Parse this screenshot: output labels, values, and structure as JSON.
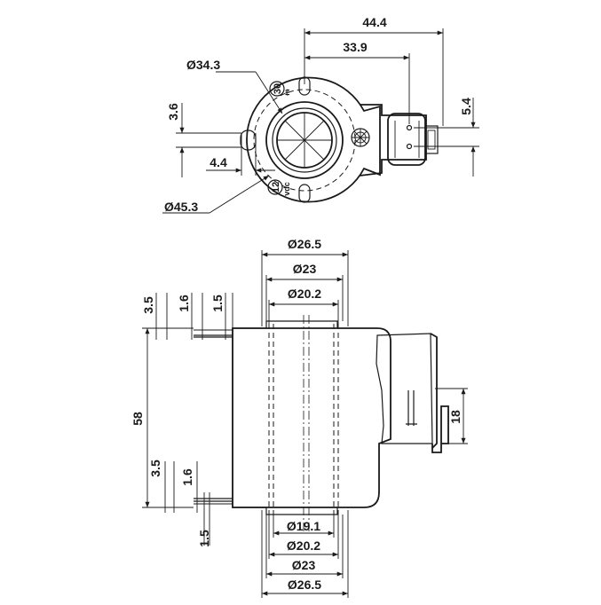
{
  "top_view": {
    "dims": {
      "width_overall": "44.4",
      "width_to_terminals": "33.9",
      "outer_diameter": "Ø34.3",
      "flange_diameter": "Ø45.3",
      "hole_offset": "3.6",
      "hole_spacing": "4.4",
      "terminal_offset": "5.4"
    },
    "markings": {
      "top": "30",
      "bottom": "12",
      "bottom_sub": "vdc"
    }
  },
  "side_view": {
    "dims": {
      "top_d_outer": "Ø26.5",
      "top_d_mid": "Ø23",
      "top_d_inner": "Ø20.2",
      "bottom_d_1": "Ø19.1",
      "bottom_d_2": "Ø20.2",
      "bottom_d_3": "Ø23",
      "bottom_d_4": "Ø26.5",
      "height": "58",
      "top_step_1": "3.5",
      "top_step_2": "1.6",
      "top_step_3": "1.5",
      "bottom_step_1": "3.5",
      "bottom_step_2": "1.6",
      "bottom_step_3": "1.5",
      "connector_height": "18"
    }
  },
  "colors": {
    "ink": "#1a1a1a",
    "background": "#ffffff"
  }
}
